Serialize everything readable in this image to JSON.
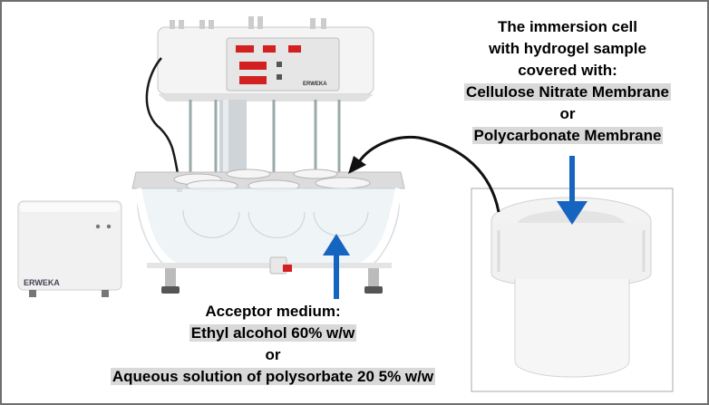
{
  "cell_label": {
    "line1": "The immersion cell",
    "line2": "with hydrogel sample",
    "line3": "covered with:",
    "option1": "Cellulose Nitrate Membrane",
    "or": "or",
    "option2": "Polycarbonate Membrane"
  },
  "acceptor_label": {
    "line1": "Acceptor medium:",
    "option1": "Ethyl alcohol 60% w/w",
    "or": "or",
    "option2": "Aqueous solution of polysorbate 20 5% w/w"
  },
  "device_branding": {
    "controller_brand": "ERWEKA",
    "head_brand": "ERWEKA"
  },
  "colors": {
    "arrow_blue": "#1565c0",
    "highlight_gray": "#d9d9d9",
    "display_red": "#e02020",
    "frame_gray": "#6f6f6f"
  }
}
